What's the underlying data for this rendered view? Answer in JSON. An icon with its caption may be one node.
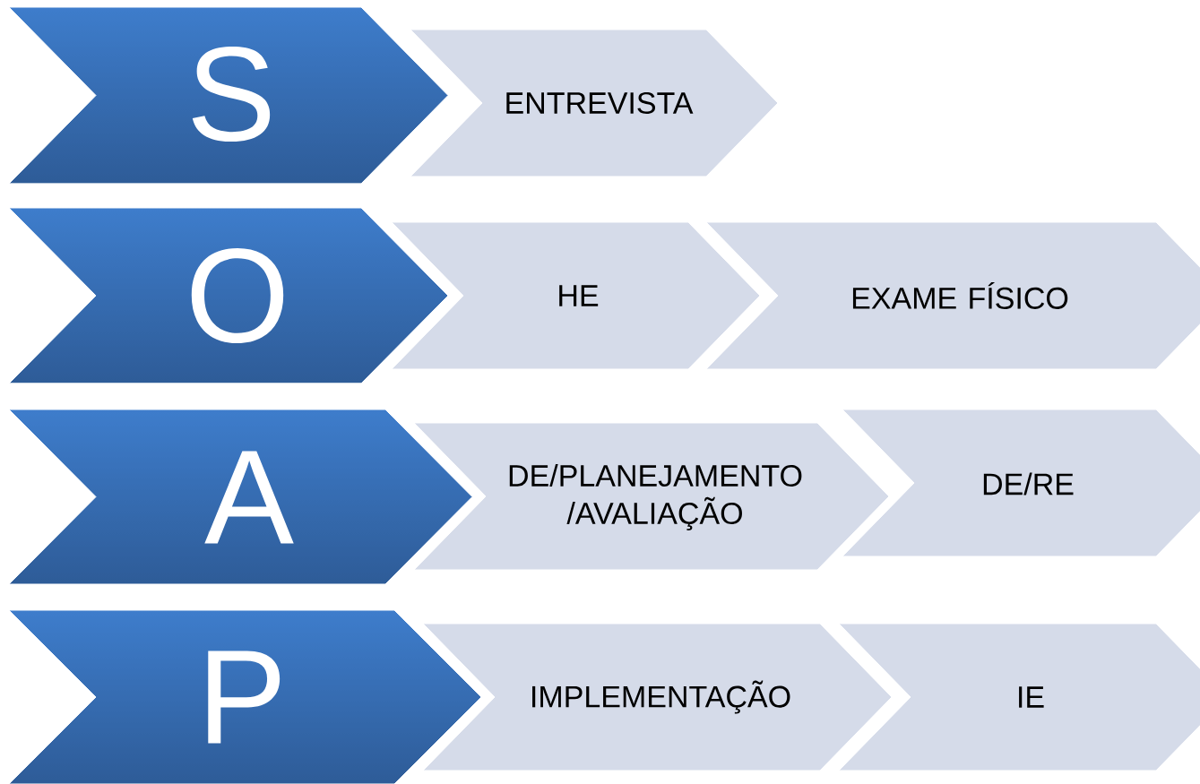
{
  "diagram": {
    "nodes": [
      {
        "text": [
          "S"
        ]
      },
      {
        "text": [
          "ENTREVISTA"
        ]
      },
      {
        "text": [
          "O"
        ]
      },
      {
        "text": [
          "HE"
        ]
      },
      {
        "text": [
          "EXAME FÍSICO"
        ]
      },
      {
        "text": [
          "A"
        ]
      },
      {
        "text": [
          "DE/PLANEJAMENTO /AVALIAÇÃO"
        ]
      },
      {
        "text": [
          "DE/RE"
        ]
      },
      {
        "text": [
          "P"
        ]
      },
      {
        "text": [
          "IMPLEMENTAÇÃO"
        ]
      },
      {
        "text": [
          "IE"
        ]
      }
    ]
  }
}
